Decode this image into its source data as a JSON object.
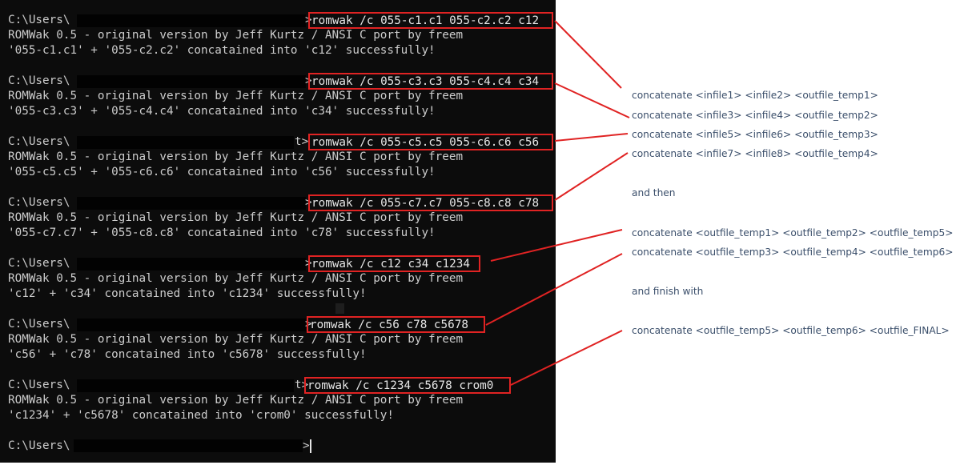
{
  "terminal": {
    "prompt": "C:\\Users\\",
    "blocks": [
      {
        "command": "romwak /c 055-c1.c1 055-c2.c2 c12",
        "banner": "ROMWak 0.5 - original version by Jeff Kurtz / ANSI C port by freem",
        "result": "'055-c1.c1' + '055-c2.c2' concatained into 'c12' successfully!"
      },
      {
        "command": "romwak /c 055-c3.c3 055-c4.c4 c34",
        "banner": "ROMWak 0.5 - original version by Jeff Kurtz / ANSI C port by freem",
        "result": "'055-c3.c3' + '055-c4.c4' concatained into 'c34' successfully!"
      },
      {
        "command": "romwak /c 055-c5.c5 055-c6.c6 c56",
        "banner": "ROMWak 0.5 - original version by Jeff Kurtz / ANSI C port by freem",
        "result": "'055-c5.c5' + '055-c6.c6' concatained into 'c56' successfully!"
      },
      {
        "command": "romwak /c 055-c7.c7 055-c8.c8 c78",
        "banner": "ROMWak 0.5 - original version by Jeff Kurtz / ANSI C port by freem",
        "result": "'055-c7.c7' + '055-c8.c8' concatained into 'c78' successfully!"
      },
      {
        "command": "romwak /c c12 c34 c1234",
        "banner": "ROMWak 0.5 - original version by Jeff Kurtz / ANSI C port by freem",
        "result": "'c12' + 'c34' concatained into 'c1234' successfully!"
      },
      {
        "command": "romwak /c c56 c78 c5678",
        "banner": "ROMWak 0.5 - original version by Jeff Kurtz / ANSI C port by freem",
        "result": "'c56' + 'c78' concatained into 'c5678' successfully!"
      },
      {
        "command": "romwak /c c1234 c5678 crom0",
        "banner": "ROMWak 0.5 - original version by Jeff Kurtz / ANSI C port by freem",
        "result": "'c1234' + 'c5678' concatained into 'crom0' successfully!"
      }
    ],
    "final_prompt_suffix": ">"
  },
  "annotations": [
    "concatenate <infile1> <infile2> <outfile_temp1>",
    "concatenate <infile3> <infile4> <outfile_temp2>",
    "concatenate <infile5> <infile6> <outfile_temp3>",
    "concatenate <infile7> <infile8> <outfile_temp4>",
    "and then",
    "concatenate <outfile_temp1> <outfile_temp2> <outfile_temp5>",
    "concatenate <outfile_temp3> <outfile_temp4> <outfile_temp6>",
    "and finish with",
    "concatenate <outfile_temp5> <outfile_temp6> <outfile_FINAL>"
  ],
  "colors": {
    "terminal_bg": "#0c0c0c",
    "terminal_text": "#cccccc",
    "highlight": "#e02323",
    "annotation_text": "#3b4f6b"
  }
}
